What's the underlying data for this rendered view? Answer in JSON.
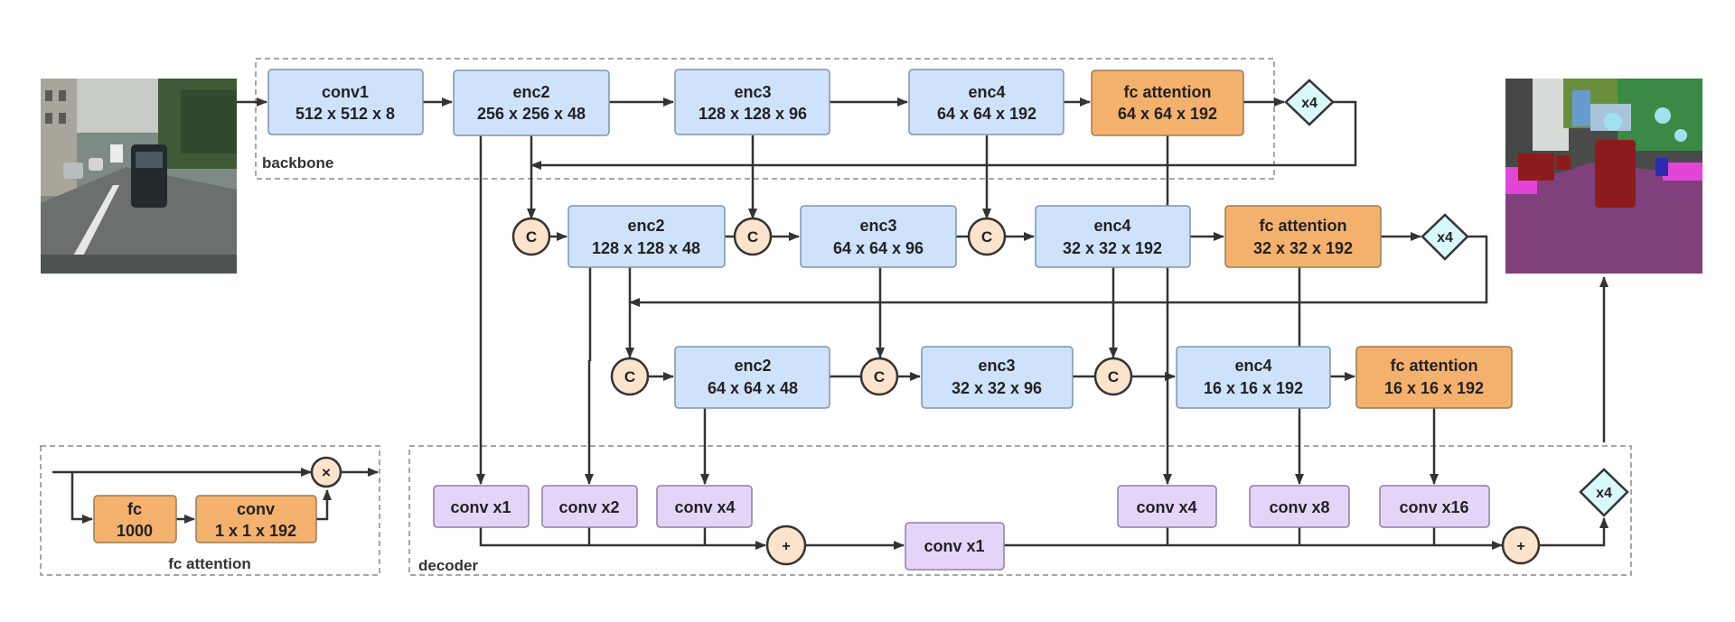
{
  "colors": {
    "encoder": "#cfe2fb",
    "encoder_border": "#7f93ad",
    "attention": "#f4b16d",
    "attention_border": "#9a7a55",
    "decoder": "#e4d5f8",
    "decoder_border": "#8e7fa6",
    "op": "#fbe3cc",
    "upsample": "#d9f8fb",
    "line": "#333333",
    "group_border": "#8a8a8a"
  },
  "groups": {
    "backbone": "backbone",
    "decoder": "decoder",
    "fc_attention": "fc attention"
  },
  "images": {
    "input": "input street scene photo",
    "output": "segmentation map"
  },
  "row1": [
    {
      "line1": "conv1",
      "line2": "512 x 512 x 8"
    },
    {
      "line1": "enc2",
      "line2": "256 x 256 x 48"
    },
    {
      "line1": "enc3",
      "line2": "128 x 128 x 96"
    },
    {
      "line1": "enc4",
      "line2": "64 x 64 x 192"
    },
    {
      "line1": "fc attention",
      "line2": "64 x 64 x 192"
    }
  ],
  "row2": [
    {
      "line1": "enc2",
      "line2": "128 x 128 x 48"
    },
    {
      "line1": "enc3",
      "line2": "64 x 64 x 96"
    },
    {
      "line1": "enc4",
      "line2": "32 x 32 x 192"
    },
    {
      "line1": "fc attention",
      "line2": "32 x 32 x 192"
    }
  ],
  "row3": [
    {
      "line1": "enc2",
      "line2": "64 x 64 x 48"
    },
    {
      "line1": "enc3",
      "line2": "32 x 32 x 96"
    },
    {
      "line1": "enc4",
      "line2": "16 x 16 x 192"
    },
    {
      "line1": "fc attention",
      "line2": "16 x 16 x 192"
    }
  ],
  "decoder": {
    "left": [
      "conv x1",
      "conv x2",
      "conv x4"
    ],
    "middle": "conv x1",
    "right": [
      "conv x4",
      "conv x8",
      "conv x16"
    ]
  },
  "ops": {
    "concat": "C",
    "add": "+",
    "multiply": "×",
    "upsample": "x4"
  },
  "fc_block": {
    "fc": {
      "line1": "fc",
      "line2": "1000"
    },
    "conv": {
      "line1": "conv",
      "line2": "1 x 1 x 192"
    }
  }
}
